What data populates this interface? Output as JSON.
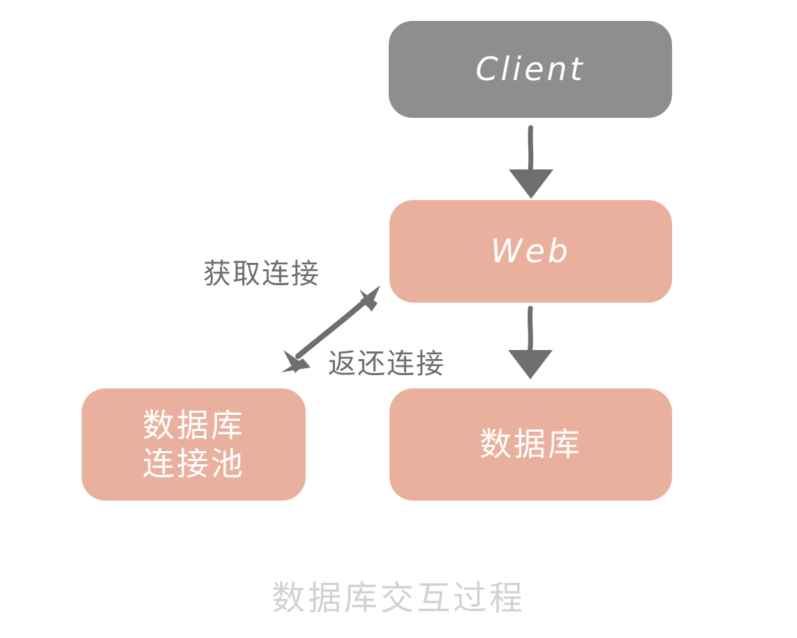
{
  "diagram": {
    "caption": "数据库交互过程",
    "colors": {
      "client_fill": "#8e8e8e",
      "node_fill": "#eab09e",
      "node_text": "#ffffff",
      "arrow": "#6e6e6e",
      "edge_label_text": "#6e6e6e",
      "caption_text": "#d2d2d2",
      "background": "#ffffff"
    },
    "nodes": [
      {
        "id": "client",
        "label": "Client",
        "label_line1": "Client",
        "label_line2": ""
      },
      {
        "id": "web",
        "label": "Web",
        "label_line1": "Web",
        "label_line2": ""
      },
      {
        "id": "dbpool",
        "label": "数据库连接池",
        "label_line1": "数据库",
        "label_line2": "连接池"
      },
      {
        "id": "database",
        "label": "数据库",
        "label_line1": "数据库",
        "label_line2": ""
      }
    ],
    "edges": [
      {
        "id": "client-to-web",
        "from": "client",
        "to": "web",
        "label": "",
        "heads": "single"
      },
      {
        "id": "web-to-db",
        "from": "web",
        "to": "database",
        "label": "",
        "heads": "single"
      },
      {
        "id": "web-dbpool-get",
        "from": "web",
        "to": "dbpool",
        "label": "获取连接",
        "heads": "double"
      },
      {
        "id": "web-dbpool-ret",
        "from": "dbpool",
        "to": "web",
        "label": "返还连接",
        "heads": "double"
      }
    ],
    "edge_labels": {
      "acquire": "获取连接",
      "return": "返还连接"
    }
  }
}
